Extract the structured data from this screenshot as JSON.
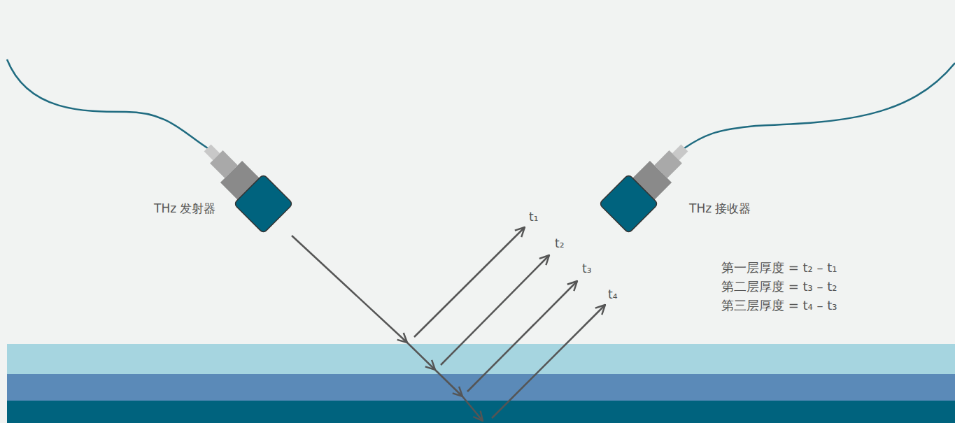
{
  "diagram": {
    "labels": [
      "THz 发射器",
      "THz 接收器",
      "t₁",
      "t₂",
      "t₃",
      "t₄",
      "第一层厚度 = t₂ – t₁",
      "第二层厚度 = t₃ – t₂",
      "第三层厚度 = t₄ – t₃"
    ]
  }
}
